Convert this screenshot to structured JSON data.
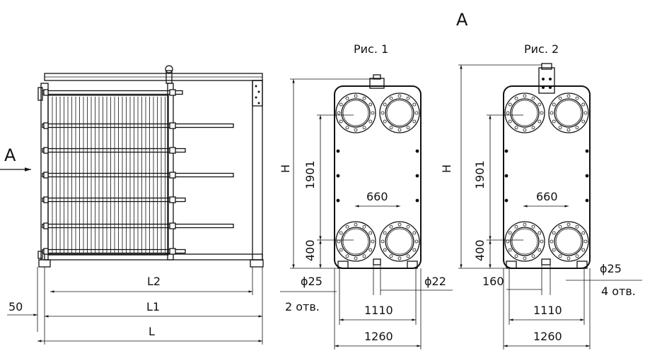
{
  "view_letter": "A",
  "side_arrow_letter": "A",
  "fig1_title": "Рис. 1",
  "fig2_title": "Рис. 2",
  "side_view": {
    "L": "L",
    "L1": "L1",
    "L2": "L2",
    "offset_50": "50"
  },
  "fig1": {
    "H": "H",
    "height_1901": "1901",
    "height_400": "400",
    "span_660": "660",
    "dia_25": "ϕ25",
    "holes": "2 отв.",
    "dia_22": "ϕ22",
    "width_1110": "1110",
    "width_1260": "1260"
  },
  "fig2": {
    "H": "H",
    "height_1901": "1901",
    "height_400": "400",
    "span_660": "660",
    "dim_160": "160",
    "dia_25": "ϕ25",
    "holes": "4 отв.",
    "width_1110": "1110",
    "width_1260": "1260"
  }
}
